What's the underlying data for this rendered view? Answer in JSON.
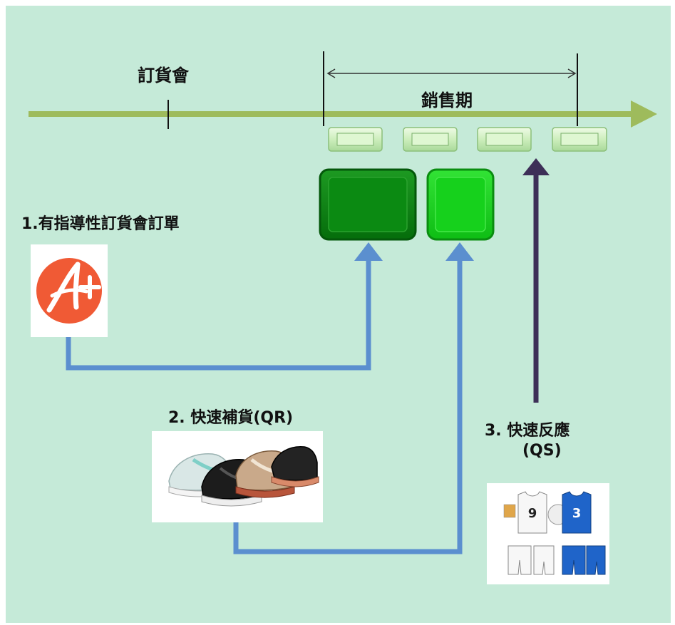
{
  "timeline": {
    "order_fair_label": "訂貨會",
    "sales_period_label": "銷售期"
  },
  "flows": [
    {
      "label": "1.有指導性訂貨會訂單",
      "image": "a-plus-logo"
    },
    {
      "label": "2. 快速補貨(QR)",
      "image": "sneakers-photo"
    },
    {
      "label_line1": "3. 快速反應",
      "label_line2": "(QS)",
      "image": "basketball-uniforms-photo"
    }
  ],
  "logo_text": "A+",
  "uniform_numbers": [
    "9",
    "3"
  ],
  "colors": {
    "background": "#c5ead8",
    "timeline_arrow": "#9ebb5c",
    "flow_arrow_blue": "#5b8fcf",
    "flow_arrow_purple": "#3d2f57",
    "dark_green_block": "#0b8a12",
    "bright_green_block": "#16d11c",
    "period_slot": "#d6f2c6",
    "logo_red": "#f05a35"
  }
}
